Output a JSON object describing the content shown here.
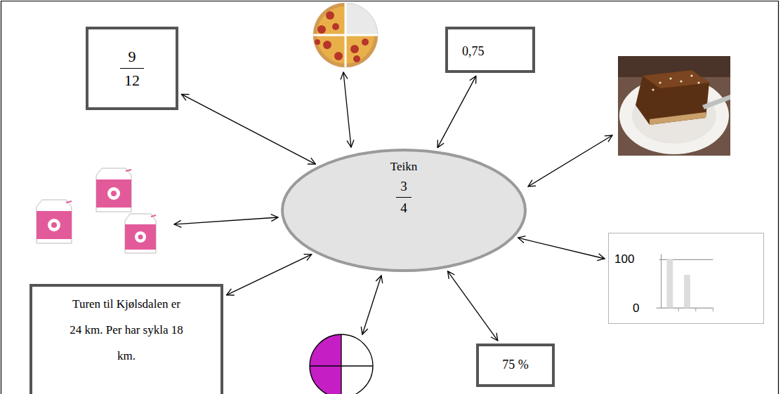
{
  "diagram": {
    "nodes": [
      {
        "text": [
          "9",
          "12"
        ]
      },
      {
        "text": [
          "0,75"
        ]
      },
      {
        "text": [
          "Teikn",
          "3",
          "4"
        ]
      },
      {
        "text": [
          "100",
          "0"
        ]
      },
      {
        "text": [
          "Turen til Kjølsdalen er 24 km. Per har sykla 18 km."
        ]
      },
      {
        "text": [
          "75 %"
        ]
      }
    ],
    "edges": [
      {
        "from": 2,
        "to": 0,
        "arrow": "both"
      },
      {
        "from": 2,
        "to": 1,
        "arrow": "both"
      },
      {
        "from": 2,
        "to": 3,
        "arrow": "both"
      },
      {
        "from": 2,
        "to": 4,
        "arrow": "both"
      },
      {
        "from": 2,
        "to": 5,
        "arrow": "both"
      }
    ]
  }
}
